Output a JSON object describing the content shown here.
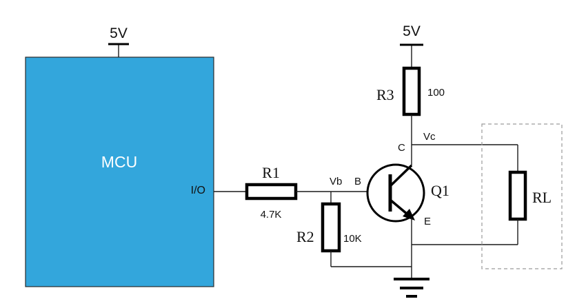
{
  "colors": {
    "mcu_fill": "#33a6dc",
    "mcu_border": "#2a2a2a",
    "wire": "#1a1a1a",
    "dashed_box": "#9a9a9a"
  },
  "labels": {
    "mcu_supply": "5V",
    "collector_supply": "5V",
    "mcu": "MCU",
    "io_pin": "I/O",
    "r1_name": "R1",
    "r1_value": "4.7K",
    "r2_name": "R2",
    "r2_value": "10K",
    "r3_name": "R3",
    "r3_value": "100",
    "vb": "Vb",
    "vc": "Vc",
    "base_pin": "B",
    "collector_pin": "C",
    "emitter_pin": "E",
    "transistor": "Q1",
    "load": "RL"
  },
  "icons": {
    "ground": "ground-icon",
    "supply": "supply-rail-icon",
    "transistor": "npn-transistor-icon"
  }
}
